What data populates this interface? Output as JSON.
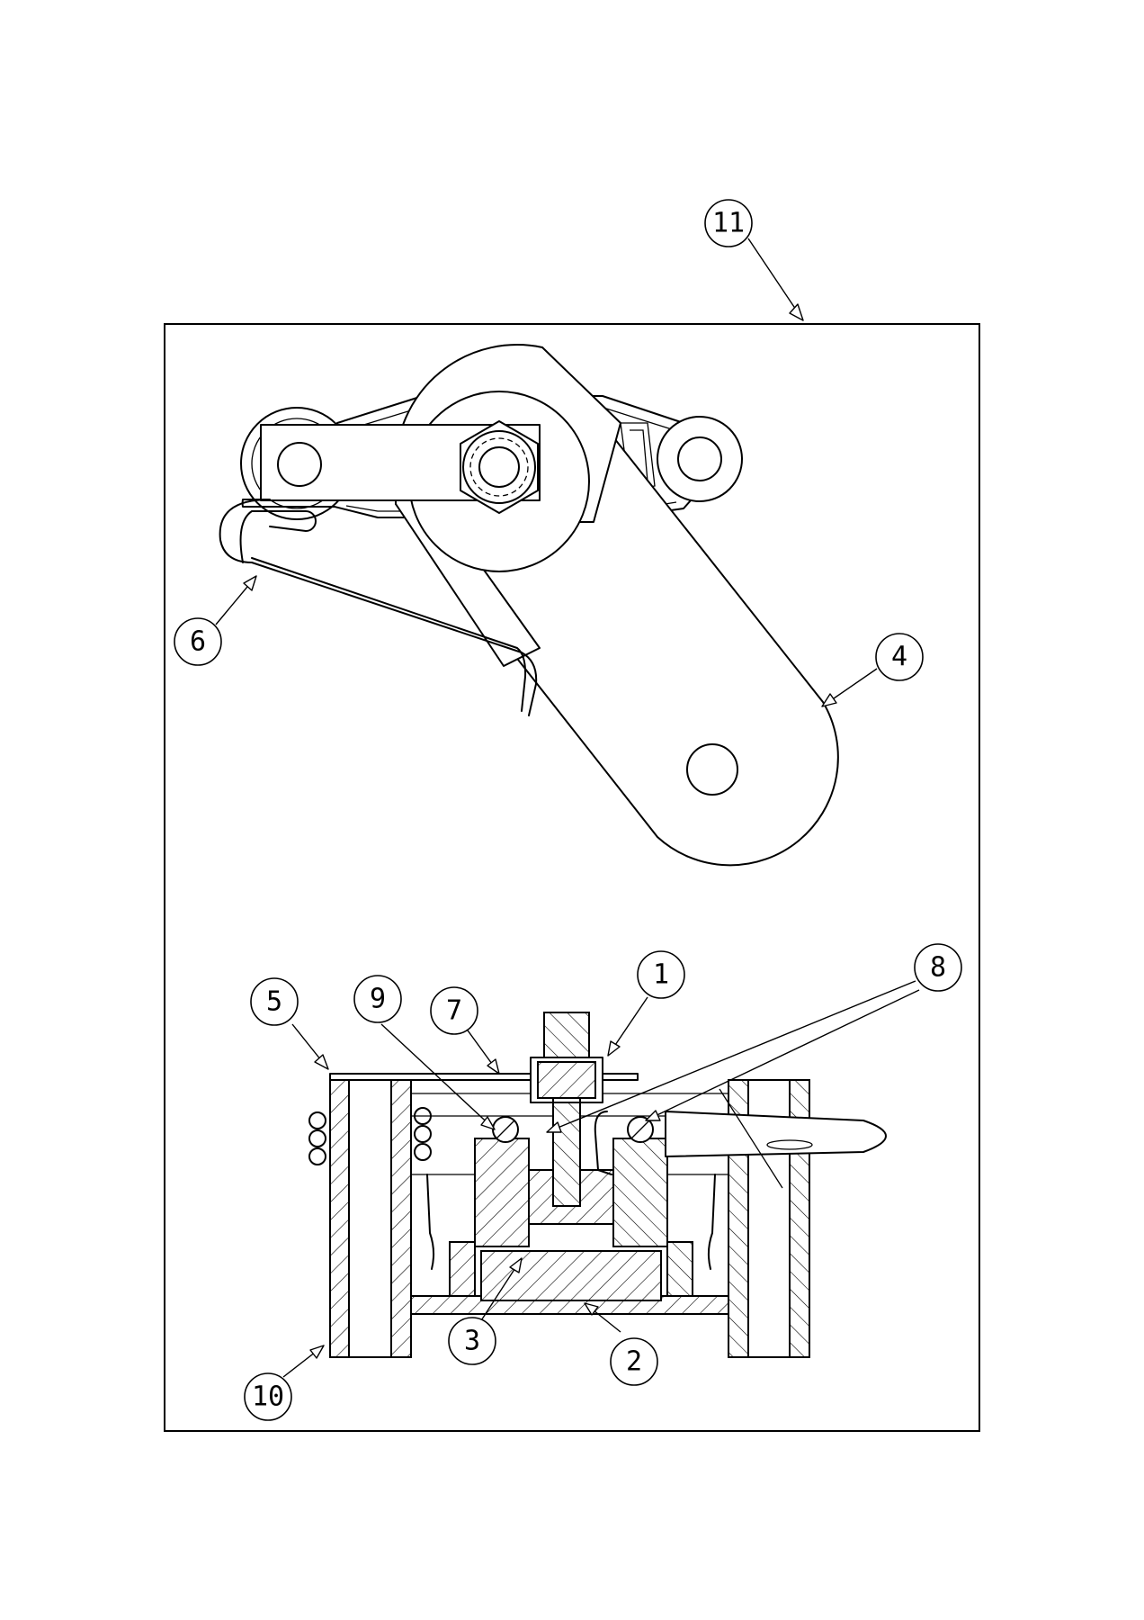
{
  "callouts": [
    {
      "id": "c11",
      "label": "11"
    },
    {
      "id": "c6",
      "label": "6"
    },
    {
      "id": "c4",
      "label": "4"
    },
    {
      "id": "c5",
      "label": "5"
    },
    {
      "id": "c9",
      "label": "9"
    },
    {
      "id": "c7",
      "label": "7"
    },
    {
      "id": "c1",
      "label": "1"
    },
    {
      "id": "c8",
      "label": "8"
    },
    {
      "id": "c3",
      "label": "3"
    },
    {
      "id": "c2",
      "label": "2"
    },
    {
      "id": "c10",
      "label": "10"
    }
  ]
}
